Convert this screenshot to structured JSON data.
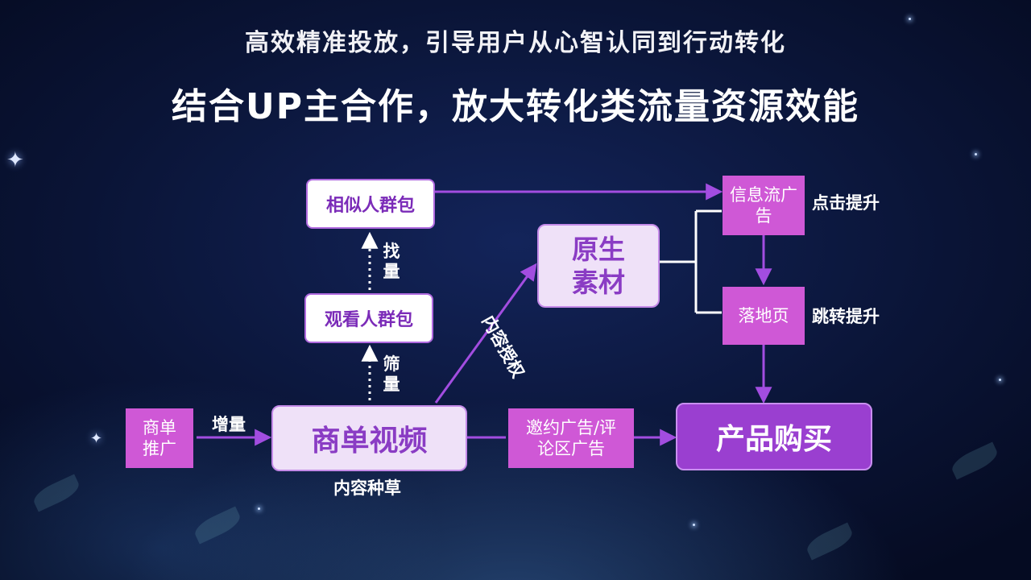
{
  "header": {
    "subtitle": "高效精准投放，引导用户从心智认同到行动转化",
    "title": "结合UP主合作，放大转化类流量资源效能"
  },
  "nodes": {
    "similar_audience": "相似人群包",
    "viewing_audience": "观看人群包",
    "native_material": "原生素材",
    "feed_ad": "信息流广告",
    "landing_page": "落地页",
    "commercial_promo": "商单推广",
    "commercial_video": "商单视频",
    "invite_ad": "邀约广告/评论区广告",
    "product_purchase": "产品购买"
  },
  "labels": {
    "find": "找量",
    "filter": "筛量",
    "increment": "增量",
    "content_seeding": "内容种草",
    "content_authorization": "内容授权",
    "click_boost": "点击提升",
    "jump_boost": "跳转提升"
  },
  "colors": {
    "arrow": "#a24de0",
    "magenta_box": "#cf58d6",
    "purple_box": "#9a3fd0",
    "text_purple": "#7b2bb8"
  }
}
